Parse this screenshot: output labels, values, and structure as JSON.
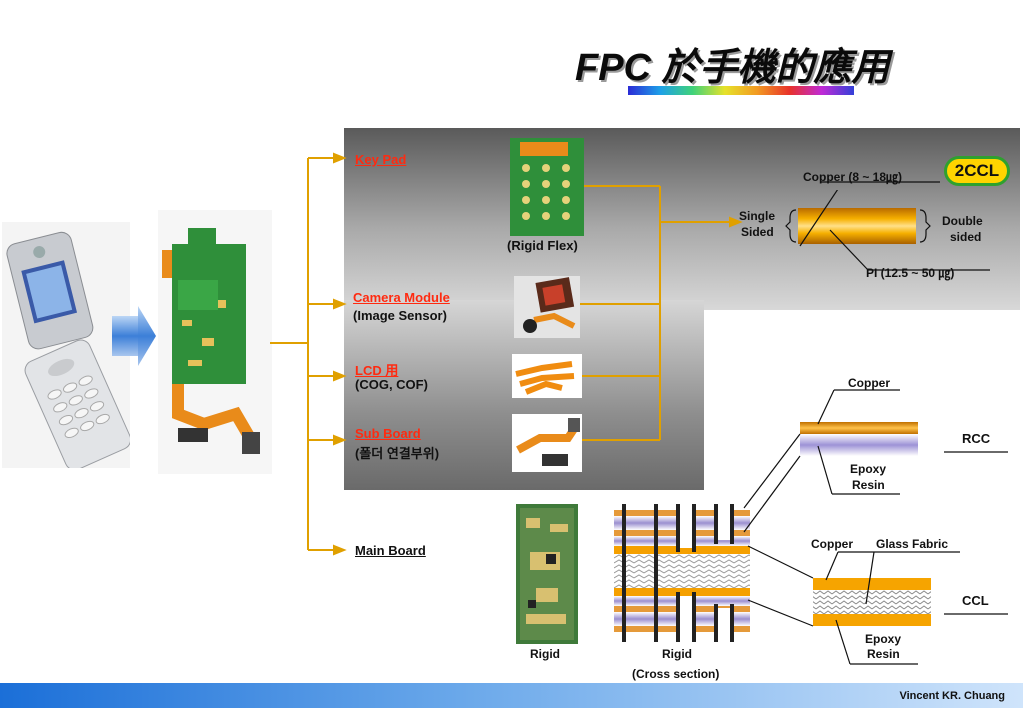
{
  "title": "FPC 於手機的應用",
  "footer": {
    "author": "Vincent KR. Chuang"
  },
  "applications": {
    "keypad": "Key Pad",
    "camera": "Camera Module",
    "camera_sub": "(Image Sensor)",
    "lcd": "LCD 用",
    "lcd_sub": "(COG, COF)",
    "subboard": "Sub Board",
    "subboard_sub": "(폴더 연결부위)",
    "mainboard": "Main Board"
  },
  "images": {
    "rigid_flex": "(Rigid Flex)",
    "rigid": "Rigid",
    "rigid_cs": "Rigid",
    "rigid_cs_sub": "(Cross section)"
  },
  "ccl2": {
    "badge": "2CCL",
    "copper": "Copper (8 ~ 18㎍)",
    "single": "Single",
    "sided": "Sided",
    "double": "Double",
    "sided2": "sided",
    "pi": "PI (12.5 ~ 50 ㎍)"
  },
  "rcc": {
    "copper": "Copper",
    "epoxy": "Epoxy",
    "resin": "Resin",
    "label": "RCC"
  },
  "ccl": {
    "copper": "Copper",
    "glass": "Glass Fabric",
    "epoxy": "Epoxy",
    "resin": "Resin",
    "label": "CCL"
  },
  "colors": {
    "accent_red": "#ff2a10",
    "copper": "#f0a000",
    "arrow": "#e0a000"
  }
}
